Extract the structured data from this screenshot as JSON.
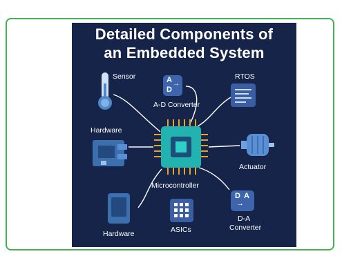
{
  "title_line1": "Detailed Components of",
  "title_line2": "an Embedded System",
  "components": {
    "sensor": "Sensor",
    "ad_converter": "A-D Converter",
    "ad_icon_a": "A",
    "ad_icon_d": "D",
    "rtos": "RTOS",
    "hardware_left": "Hardware",
    "actuator": "Actuator",
    "microcontroller": "Microcontroller",
    "hardware_bottom": "Hardware",
    "asics": "ASICs",
    "da_icon_d": "D",
    "da_icon_a": "A",
    "da_converter_line1": "D-A",
    "da_converter_line2": "Converter"
  },
  "colors": {
    "background": "#152448",
    "frame_border": "#3fb34f",
    "chip_teal": "#22b3b0",
    "pins_gold": "#e3a523",
    "icon_blue": "#5a8fd6",
    "wire": "#ffffff"
  }
}
